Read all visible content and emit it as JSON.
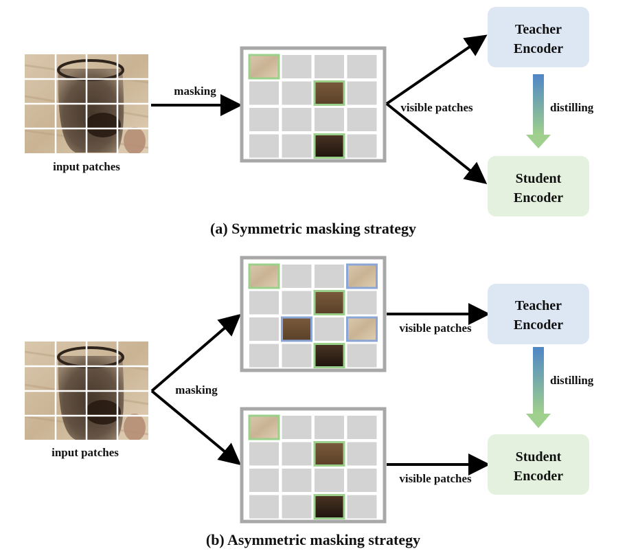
{
  "panel_a": {
    "caption": "(a) Symmetric masking strategy",
    "input_label": "input patches",
    "masking_label": "masking",
    "visible_label": "visible patches",
    "distill_label": "distilling",
    "teacher_label": [
      "Teacher",
      "Encoder"
    ],
    "student_label": [
      "Student",
      "Encoder"
    ]
  },
  "panel_b": {
    "caption": "(b) Asymmetric masking strategy",
    "input_label": "input patches",
    "masking_label": "masking",
    "visible_label_top": "visible patches",
    "visible_label_bottom": "visible patches",
    "distill_label": "distilling",
    "teacher_label": [
      "Teacher",
      "Encoder"
    ],
    "student_label": [
      "Student",
      "Encoder"
    ]
  },
  "colors": {
    "teacher_box": "#dde6f3",
    "student_box": "#e3f1de",
    "shared_visible_border": "#9bd08a",
    "teacher_only_border": "#8aa6d6",
    "masked_patch": "#d3d3d3",
    "grid_frame": "#a8a8a8",
    "distill_top": "#4f86c6",
    "distill_bottom": "#9fd08d"
  },
  "grid": {
    "rows": 4,
    "cols": 4,
    "panel_a_visible": [
      [
        0,
        0
      ],
      [
        1,
        2
      ],
      [
        3,
        2
      ]
    ],
    "panel_b_teacher_visible_shared": [
      [
        0,
        0
      ],
      [
        1,
        2
      ],
      [
        3,
        2
      ]
    ],
    "panel_b_teacher_visible_extra": [
      [
        0,
        3
      ],
      [
        2,
        1
      ],
      [
        2,
        3
      ]
    ],
    "panel_b_student_visible": [
      [
        0,
        0
      ],
      [
        1,
        2
      ],
      [
        3,
        2
      ]
    ]
  }
}
